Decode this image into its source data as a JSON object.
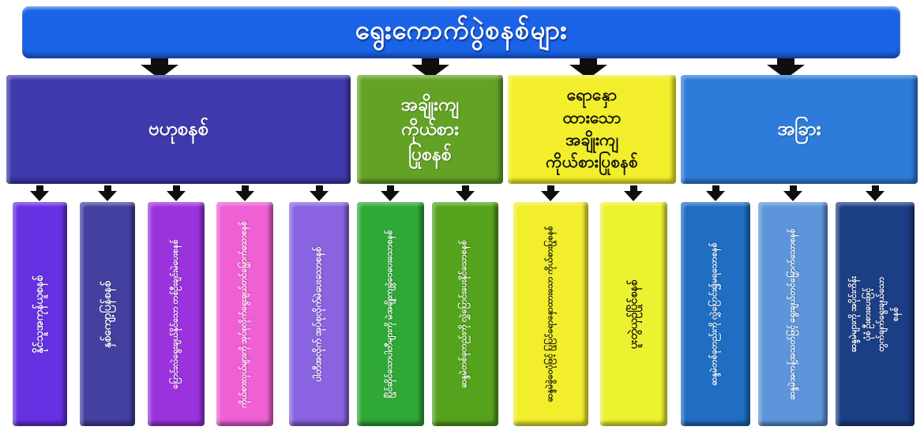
{
  "meta": {
    "background": "#ffffff",
    "arrow_color": "#0e0e0e",
    "language": "Burmese (Myanmar)"
  },
  "title": {
    "label": "ရွေးကောက်ပွဲစနစ်များ",
    "bg": "#1b63e6",
    "fg": "#ffffff"
  },
  "groups": [
    {
      "label": "ဗဟုစနစ်",
      "bg": "#3e3aab",
      "fg": "#ffffff",
      "items": [
        {
          "label": "နိုင်သူအကုန်ယူစနစ်",
          "bg": "#6531e2",
          "fg": "#ffffff"
        },
        {
          "label": "နှစ်ကျော့ပြန်စနစ်",
          "bg": "#43409f",
          "fg": "#ffffff"
        },
        {
          "label": "ပြောင်းလဲရွေးချယ်နိုင်သော တစ်ဦးချင်းမဲပေးစနစ်",
          "bg": "#9b33dd",
          "fg": "#ffffff"
        },
        {
          "label": "ကိုယ်စားလှယ်များကို အုပ်စုလိုက်ရွေးချယ်တင်မြှောက်သောစနစ်",
          "bg": "#ee60d4",
          "fg": "#ffffff"
        },
        {
          "label": "ပါတီအလိုက် အုပ်စုလိုက်မဲပေးသောစနစ်",
          "bg": "#8a63e0",
          "fg": "#ffffff"
        }
      ]
    },
    {
      "label": "အချိုးကျ\nကိုယ်စား\nပြုစနစ်",
      "bg": "#64a226",
      "fg": "#ffffff",
      "items": [
        {
          "label": "ပြိုင်ဆိုင်သောပါတီများကို မဲအချိုးကျခွဲဝေပေးသောစနစ်",
          "bg": "#2fa837",
          "fg": "#ffffff"
        },
        {
          "label": "ဆန္ဒမဲတစ်ခုတည်းကို လွှဲပြောင်းပေးနိုင်သောစနစ်",
          "bg": "#55a31c",
          "fg": "#ffffff"
        }
      ]
    },
    {
      "label": "ရောနှော\nထားသော\nအချိုးကျ\nကိုယ်စားပြုစနစ်",
      "bg": "#f2ee2c",
      "fg": "#111111",
      "items": [
        {
          "label": "ဆန္ဒမဲခွဲဝေပုံဖြင့် ပြုပြင်ရောနှောထားသော ကိုယ်စားပြုစနစ်",
          "bg": "#f2ee2c",
          "fg": "#111111"
        },
        {
          "label": "ပူးတွဲယှဉ်ပြိုင်စနစ်",
          "bg": "#edf230",
          "fg": "#111111"
        }
      ]
    },
    {
      "label": "အခြား",
      "bg": "#2e7cd9",
      "fg": "#ffffff",
      "items": [
        {
          "label": "ဆန္ဒမဲတစ်ခုတည်းကို လွှဲပြောင်း၍မရသောစနစ်",
          "bg": "#1f6ec2",
          "fg": "#ffffff"
        },
        {
          "label": "ဆန္ဒမဲအကန့်အသတ်ဖြင့် ရွေးချယ်တင်မြှောက်သောစနစ်",
          "bg": "#5e95da",
          "fg": "#ffffff"
        },
        {
          "label": "ဆန္ဒမဲများကို အပိုင်းကိန်းပုံစံ ဦးစားပေးဖြင့် တွက်ချက်ရွေးချယ်သောစနစ်",
          "bg": "#1c3e85",
          "fg": "#ffffff"
        }
      ]
    }
  ]
}
